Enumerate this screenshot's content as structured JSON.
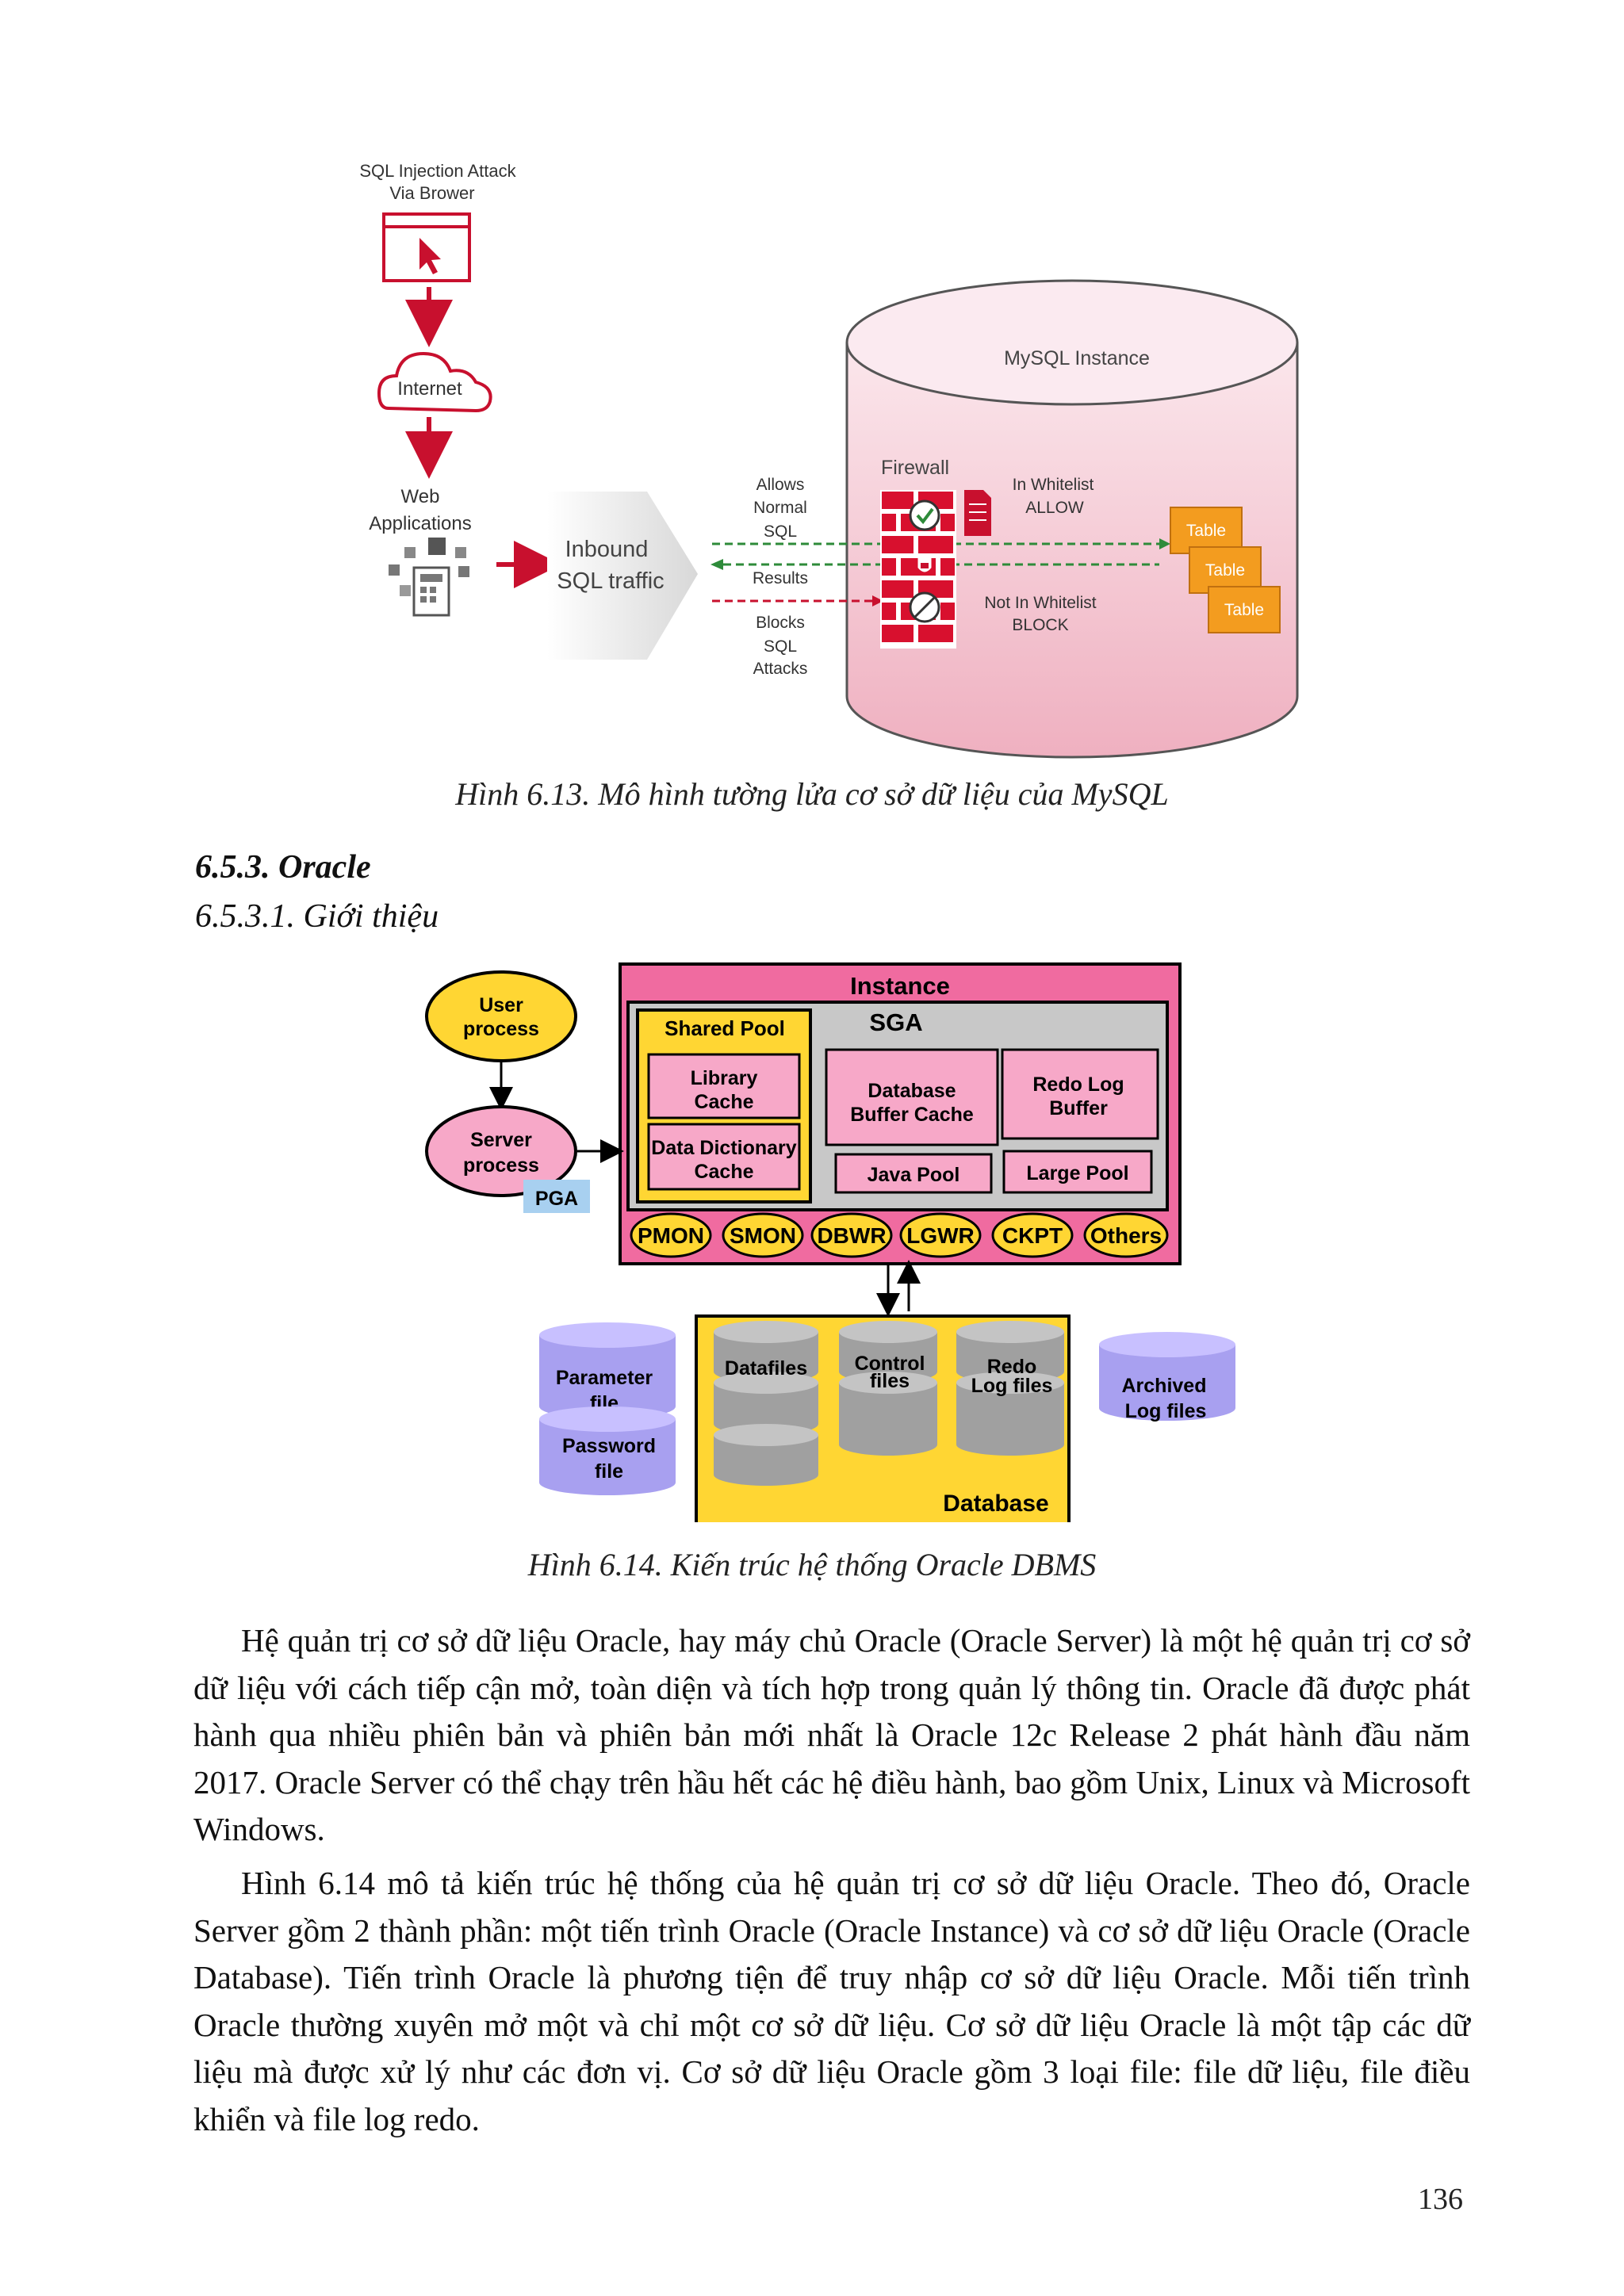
{
  "figure1": {
    "attack_label_line1": "SQL Injection Attack",
    "attack_label_line2": "Via Brower",
    "internet_label": "Internet",
    "webapp_label_line1": "Web",
    "webapp_label_line2": "Applications",
    "inbound_line1": "Inbound",
    "inbound_line2": "SQL traffic",
    "instance_label": "MySQL Instance",
    "firewall_label": "Firewall",
    "allows_line1": "Allows",
    "allows_line2": "Normal",
    "allows_line3": "SQL",
    "results_label": "Results",
    "blocks_line1": "Blocks",
    "blocks_line2": "SQL",
    "blocks_line3": "Attacks",
    "whitelist_line1": "In Whitelist",
    "whitelist_line2": "ALLOW",
    "notwhitelist_line1": "Not In Whitelist",
    "notwhitelist_line2": "BLOCK",
    "table_labels": [
      "Table",
      "Table",
      "Table"
    ],
    "caption": "Hình 6.13. Mô hình tường lửa cơ sở dữ liệu của MySQL"
  },
  "section": {
    "heading": "6.5.3. Oracle",
    "subheading": "6.5.3.1. Giới thiệu"
  },
  "figure2": {
    "instance_label": "Instance",
    "sga_label": "SGA",
    "shared_pool_label": "Shared Pool",
    "library_cache_line1": "Library",
    "library_cache_line2": "Cache",
    "data_dict_line1": "Data Dictionary",
    "data_dict_line2": "Cache",
    "db_buffer_line1": "Database",
    "db_buffer_line2": "Buffer Cache",
    "redo_buffer_line1": "Redo Log",
    "redo_buffer_line2": "Buffer",
    "java_pool_label": "Java Pool",
    "large_pool_label": "Large Pool",
    "user_process_line1": "User",
    "user_process_line2": "process",
    "server_process_line1": "Server",
    "server_process_line2": "process",
    "pga_label": "PGA",
    "background_processes": [
      "PMON",
      "SMON",
      "DBWR",
      "LGWR",
      "CKPT",
      "Others"
    ],
    "database_label": "Database",
    "datafiles_label": "Datafiles",
    "control_files_line1": "Control",
    "control_files_line2": "files",
    "redo_files_line1": "Redo",
    "redo_files_line2": "Log files",
    "parameter_file_line1": "Parameter",
    "parameter_file_line2": "file",
    "password_file_line1": "Password",
    "password_file_line2": "file",
    "archived_line1": "Archived",
    "archived_line2": "Log files",
    "caption": "Hình 6.14. Kiến trúc hệ thống Oracle DBMS"
  },
  "paragraphs": [
    "Hệ quản trị cơ sở dữ liệu Oracle, hay máy chủ Oracle (Oracle Server) là một hệ quản trị cơ sở dữ liệu với cách tiếp cận mở, toàn diện và tích hợp trong quản lý thông tin. Oracle đã được phát hành qua nhiều phiên bản và phiên bản mới nhất là Oracle 12c Release 2 phát hành đầu năm 2017. Oracle Server có thể chạy trên hầu hết các hệ điều hành, bao gồm Unix, Linux và Microsoft Windows.",
    "Hình 6.14 mô tả kiến trúc hệ thống của hệ quản trị cơ sở dữ liệu Oracle. Theo đó, Oracle Server gồm 2 thành phần: một tiến trình Oracle (Oracle Instance) và cơ sở dữ liệu Oracle (Oracle Database). Tiến trình Oracle là phương tiện để truy nhập cơ sở dữ liệu Oracle. Mỗi tiến trình Oracle thường xuyên mở một và chỉ một cơ sở dữ liệu. Cơ sở dữ liệu Oracle là một tập các dữ liệu mà được xử lý như các đơn vị. Cơ sở dữ liệu Oracle gồm 3 loại file: file dữ liệu, file điều khiển và file log redo."
  ],
  "page_number": "136",
  "colors": {
    "accent_red": "#c8102e",
    "cylinder_pink": "#f4c6d0",
    "table_orange": "#f39c1f",
    "instance_pink": "#f06ba0",
    "sga_gray": "#c8c8c8",
    "oracle_yellow": "#ffd633",
    "process_pink": "#f7a8c8",
    "pga_blue": "#a8d0f0",
    "file_lavender": "#a8a0f0"
  }
}
